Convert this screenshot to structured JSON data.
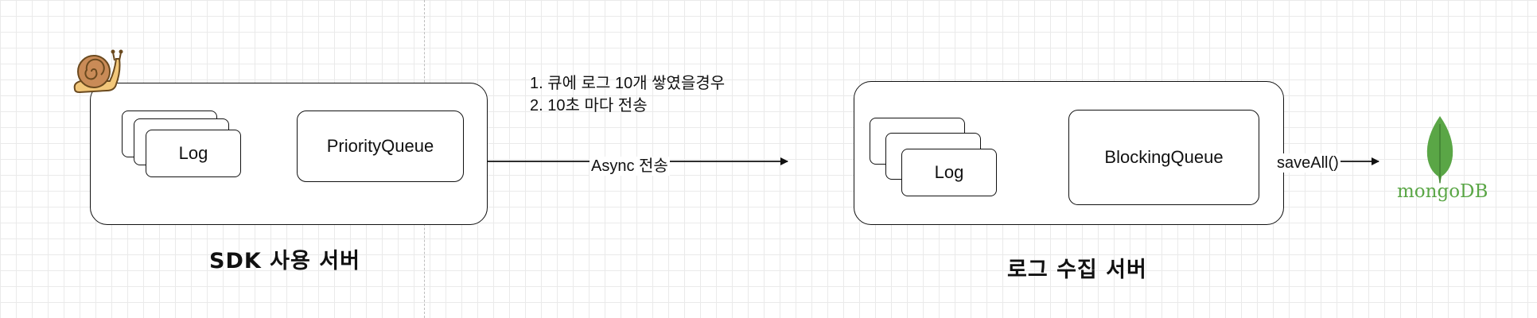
{
  "sdk_server": {
    "label": "SDK 사용 서버",
    "log_label": "Log",
    "queue_label": "PriorityQueue"
  },
  "transfer": {
    "edge_label": "Async 전송",
    "condition_1": "1. 큐에 로그 10개 쌓였을경우",
    "condition_2": "2. 10초 마다 전송"
  },
  "collector_server": {
    "label": "로그 수집 서버",
    "log_label": "Log",
    "queue_label": "BlockingQueue",
    "save_label": "saveAll()"
  },
  "database": {
    "name": "mongoDB",
    "brand_color": "#5aa646"
  },
  "icons": {
    "mascot": "snail-icon",
    "database_logo": "mongodb-leaf-icon"
  }
}
